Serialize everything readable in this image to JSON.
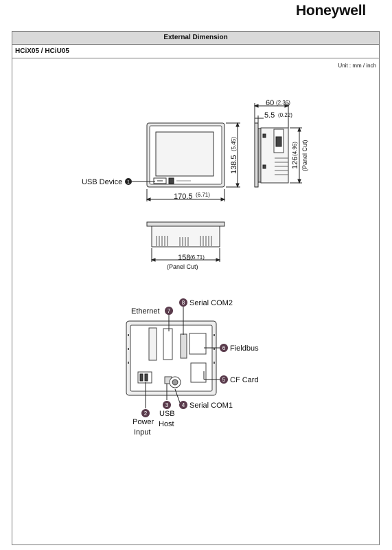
{
  "brand": "Honeywell",
  "header": {
    "title": "External Dimension",
    "model": "HCiX05 / HCiU05",
    "unit": "Unit : mm / inch"
  },
  "front_view": {
    "width_mm": "170.5",
    "width_in": "(6.71)",
    "height_mm": "138.5",
    "height_in": "(5.45)",
    "usb_device_label": "USB Device",
    "usb_device_num": "1"
  },
  "side_view": {
    "depth_mm": "60",
    "depth_in": "(2.36)",
    "bezel_mm": "5.5",
    "bezel_in": "(0.22)",
    "cut_mm": "126",
    "cut_in": "(4.96)",
    "cut_label": "(Panel Cut)"
  },
  "bottom_view": {
    "cut_mm": "158",
    "cut_in": "(6.71)",
    "cut_label": "(Panel Cut)"
  },
  "rear_view": {
    "callouts": [
      {
        "num": "2",
        "label1": "Power",
        "label2": "Input"
      },
      {
        "num": "3",
        "label1": "USB",
        "label2": "Host"
      },
      {
        "num": "4",
        "label": "Serial COM1"
      },
      {
        "num": "5",
        "label": "CF Card"
      },
      {
        "num": "6",
        "label": "Fieldbus"
      },
      {
        "num": "7",
        "label": "Ethernet"
      },
      {
        "num": "8",
        "label": "Serial COM2"
      }
    ]
  }
}
